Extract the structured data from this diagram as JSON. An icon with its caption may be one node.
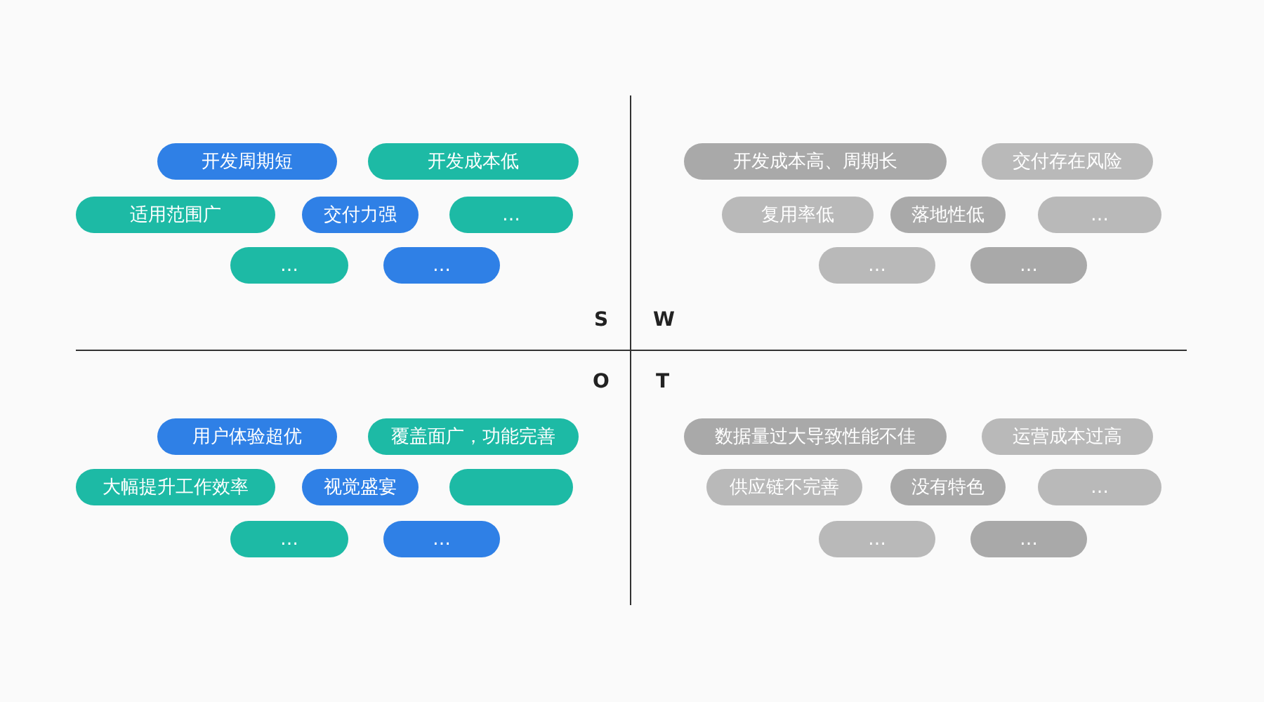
{
  "diagram": {
    "nodes": [
      {
        "text": [
          "开发周期短"
        ]
      },
      {
        "text": [
          "开发成本低"
        ]
      },
      {
        "text": [
          "适用范围广"
        ]
      },
      {
        "text": [
          "交付力强"
        ]
      },
      {
        "text": [
          "…"
        ]
      },
      {
        "text": [
          "…"
        ]
      },
      {
        "text": [
          "…"
        ]
      },
      {
        "text": [
          "开发成本高、周期长"
        ]
      },
      {
        "text": [
          "交付存在风险"
        ]
      },
      {
        "text": [
          "复用率低"
        ]
      },
      {
        "text": [
          "落地性低"
        ]
      },
      {
        "text": [
          "…"
        ]
      },
      {
        "text": [
          "…"
        ]
      },
      {
        "text": [
          "…"
        ]
      },
      {
        "text": [
          "用户体验超优"
        ]
      },
      {
        "text": [
          "覆盖面广，功能完善"
        ]
      },
      {
        "text": [
          "大幅提升工作效率"
        ]
      },
      {
        "text": [
          "视觉盛宴"
        ]
      },
      {
        "text": [],
        "shape": "box"
      },
      {
        "text": [
          "…"
        ]
      },
      {
        "text": [
          "…"
        ]
      },
      {
        "text": [
          "数据量过大导致性能不佳"
        ]
      },
      {
        "text": [
          "运营成本过高"
        ]
      },
      {
        "text": [
          "供应链不完善"
        ]
      },
      {
        "text": [
          "没有特色"
        ]
      },
      {
        "text": [
          "…"
        ]
      },
      {
        "text": [
          "…"
        ]
      },
      {
        "text": [
          "…"
        ]
      }
    ],
    "labels": [
      "S",
      "W",
      "O",
      "T"
    ]
  }
}
